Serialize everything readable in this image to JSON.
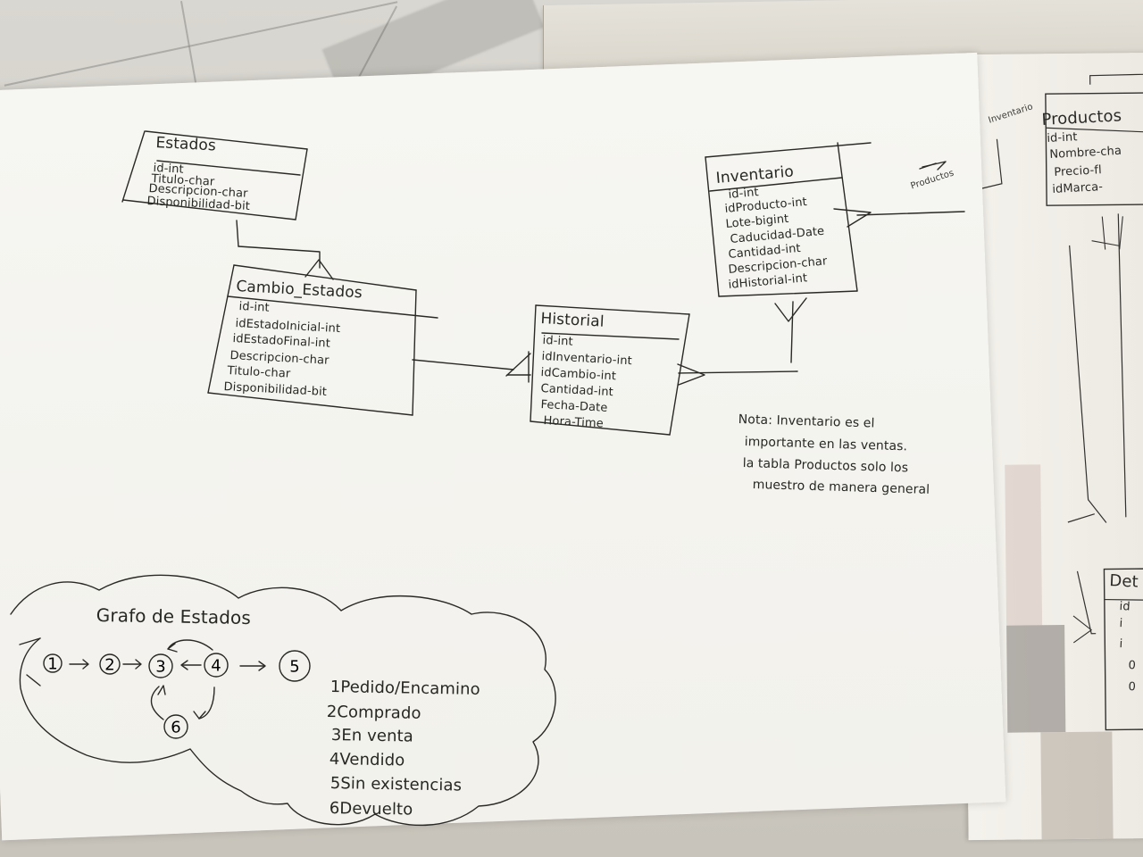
{
  "main_sheet": {
    "tables": {
      "estados": {
        "title": "Estados",
        "fields": [
          "id-int",
          "Titulo-char",
          "Descripcion-char",
          "Disponibilidad-bit"
        ]
      },
      "cambio_estados": {
        "title": "Cambio_Estados",
        "fields": [
          "id-int",
          "idEstadoInicial-int",
          "idEstadoFinal-int",
          "Descripcion-char",
          "Titulo-char",
          "Disponibilidad-bit"
        ]
      },
      "historial": {
        "title": "Historial",
        "fields": [
          "id-int",
          "idInventario-int",
          "idCambio-int",
          "Cantidad-int",
          "Fecha-Date",
          "Hora-Time"
        ]
      },
      "inventario": {
        "title": "Inventario",
        "fields": [
          "id-int",
          "idProducto-int",
          "Lote-bigint",
          "Caducidad-Date",
          "Cantidad-int",
          "Descripcion-char",
          "idHistorial-int"
        ]
      }
    },
    "relation_label": "Productos",
    "note": [
      "Nota: Inventario es el",
      "importante en las ventas.",
      "la tabla Productos solo los",
      "muestro de manera general"
    ],
    "graph": {
      "title": "Grafo de Estados",
      "nodes": [
        "1",
        "2",
        "3",
        "4",
        "5",
        "6"
      ],
      "legend": [
        "1Pedido/Encamino",
        "2Comprado",
        "3En venta",
        "4Vendido",
        "5Sin existencias",
        "6Devuelto"
      ]
    }
  },
  "right_sheet": {
    "label": "Inventario",
    "table_title": "Productos",
    "fields": [
      "id-int",
      "Nombre-cha",
      "Precio-fl",
      "idMarca-"
    ],
    "partial_title": "Det",
    "partial_fields": [
      "id",
      "i",
      "i",
      "0",
      "0"
    ]
  },
  "colors": {
    "ink": "#272723",
    "paper": "#f3f2ed",
    "background": "#c8c4bb"
  }
}
